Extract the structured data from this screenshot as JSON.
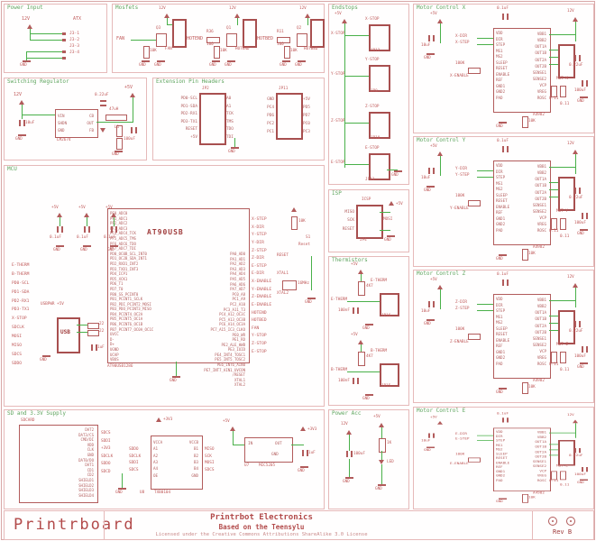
{
  "colors": {
    "sheet": "#fffefe",
    "section_border": "#e6b9b9",
    "title_green": "#5fa55f",
    "wire_green": "#49b049",
    "component_red": "#b25b5b",
    "label_red": "#c05a5a",
    "dark_red": "#a03c3c"
  },
  "sections": {
    "power_input": {
      "title": "Power Input",
      "v12": "12V",
      "gnd": "GND",
      "conn_label": "ATX",
      "pins": [
        "J3-1",
        "J3-2",
        "J3-3",
        "J3-4"
      ]
    },
    "mosfets": {
      "title": "Mosfets",
      "v12": "12V",
      "gnd": "GND",
      "circuits": [
        {
          "net": "FAN",
          "q": "Q3",
          "r": "",
          "rv": "",
          "pull": "10K",
          "conn": "FAN"
        },
        {
          "net": "HOTEND",
          "q": "Q1",
          "r": "R36",
          "rv": "100",
          "pull": "10K",
          "conn": "HOTEND"
        },
        {
          "net": "HOTBED",
          "q": "Q2",
          "r": "R11",
          "rv": "100",
          "pull": "10K",
          "conn": "HOTBED"
        }
      ]
    },
    "switching_regulator": {
      "title": "Switching Regulator",
      "ic": "LM2674",
      "left_pins": [
        "VIN",
        "SHDN",
        "GND"
      ],
      "right_pins": [
        "CB",
        "OUT",
        "FB"
      ],
      "l_ref": "L1",
      "l_val": "47uH",
      "v12": "12V",
      "v5": "+5V",
      "gnd": "GND",
      "c_in": "10uF",
      "c_b": "0.22uF",
      "c_out": "100uF"
    },
    "ext_headers": {
      "title": "Extension Pin Headers",
      "gnd": "GND",
      "h1": {
        "ref": "JP2",
        "left": [
          "PD0-SCL",
          "PD1-SDA",
          "PD2-RX1",
          "PD3-TX1",
          "RESET",
          "+5V"
        ],
        "right": [
          "A0",
          "A1",
          "TCK",
          "TMS",
          "TDO",
          "TDI"
        ]
      },
      "h2": {
        "ref": "JP11",
        "left": [
          "GND",
          "PC4",
          "PD6",
          "PC2",
          "PC1"
        ],
        "right": [
          "+5V",
          "PD5",
          "PD7",
          "PC0",
          "PC3"
        ]
      }
    },
    "mcu": {
      "title": "MCU",
      "chip": "AT90USB",
      "part": "AT90USB1286",
      "v5": "+5V",
      "gnd": "GND",
      "cap_val": "0.1uF",
      "left_pins": [
        "PF0_ADC0",
        "PF1_ADC1",
        "PF2_ADC2",
        "PF3_ADC3",
        "PF4_ADC4_TCK",
        "PF5_ADC5_TMS",
        "PF6_ADC6_TDO",
        "PF7_ADC7_TDI",
        "PD0_OC0B_SCL_INT0",
        "PD1_OC2B_SDA_INT1",
        "PD2_RXD1_INT2",
        "PD3_TXD1_INT3",
        "PD4_ICP1",
        "PD5_XCK1",
        "PD6_T1",
        "PD7_T0",
        "PB0_SS_PCINT0",
        "PB1_PCINT1_SCLK",
        "PB2_PDI_PCINT2_MOSI",
        "PB3_PDO_PCINT3_MISO",
        "PB4_PCINT4_OC2A",
        "PB5_PCINT5_OC1A",
        "PB6_PCINT6_OC1B",
        "PB7_PCINT7_OC0A_OC1C",
        "UVCC",
        "D-",
        "D+",
        "UGND",
        "UCAP",
        "VBUS"
      ],
      "right_pins": [
        "PA0_AD0",
        "PA1_AD1",
        "PA2_AD2",
        "PA3_AD3",
        "PA4_AD4",
        "PA5_AD5",
        "PA6_AD6",
        "PA7_AD7",
        "PC0_A8",
        "PC1_A9",
        "PC2_A10",
        "PC3_A11_T3",
        "PC4_A12_OC3C",
        "PC5_A13_OC3B",
        "PC6_A14_OC3A",
        "PC7_A15_IC3_CLKO",
        "PE0_WR",
        "PE1_RD",
        "PE2_ALE_HWB",
        "PE3_IUID",
        "PE4_INT4_TOSC1",
        "PE5_INT5_TOSC2",
        "PE6_INT6_AIN0",
        "PE7_INT7_AIN1_UVCON",
        "/RESET",
        "XTAL1",
        "XTAL2"
      ],
      "left_nets": [
        "E-THERM",
        "B-THERM",
        "PD0-SCL",
        "PD1-SDA",
        "PD2-RX1",
        "PD3-TX1",
        "X-STOP",
        "SDCLK",
        "MOSI",
        "MISO",
        "SDCS",
        "SDDO"
      ],
      "right_nets": [
        "X-STEP",
        "X-DIR",
        "Y-STEP",
        "Y-DIR",
        "Z-STEP",
        "Z-DIR",
        "E-STEP",
        "E-DIR",
        "X-ENABLE",
        "Y-ENABLE",
        "Z-ENABLE",
        "E-ENABLE",
        "HOTEND",
        "HOTBED",
        "FAN",
        "Y-STOP",
        "Z-STOP",
        "E-STOP"
      ],
      "usb": {
        "label": "USB",
        "r22": "22",
        "c11": "1uF",
        "pwr": "USBPWR +5V",
        "dm": "D-",
        "dp": "D+"
      },
      "reset": {
        "r": "10K",
        "sw": "S1",
        "sw_label": "Reset",
        "xtal": "16MHz",
        "x1": "XTAL1",
        "x2": "XTAL2",
        "net": "RESET"
      }
    },
    "sd_supply": {
      "title": "SD and 3.3V Supply",
      "sd_ref": "SDCARD",
      "sd_pins": [
        "DAT2",
        "DAT3/CS",
        "CMD/DI",
        "VDD",
        "CLK",
        "GND",
        "DAT0/DO",
        "DAT1",
        "CD1",
        "CD2",
        "SHIELD1",
        "SHIELD2",
        "SHIELD3",
        "SHIELD4"
      ],
      "sd_nets": [
        "SDCS",
        "SDDI",
        "+3V3",
        "SDCLK",
        "SDDO",
        "SDCD"
      ],
      "gnd": "GND",
      "ls": {
        "ref": "U8",
        "part": "TXB0104",
        "left_pins": [
          "VCCA",
          "A1",
          "A2",
          "A3",
          "A4",
          "OE"
        ],
        "right_pins": [
          "VCCB",
          "B1",
          "B2",
          "B3",
          "B4",
          "GND"
        ],
        "left_nets": [
          "SDDO",
          "SDCLK",
          "SDDI",
          "SDCS"
        ],
        "right_nets": [
          "MISO",
          "SCK",
          "MOSI",
          "SDCS"
        ],
        "v3": "+3V3",
        "v5": "+5V"
      },
      "reg": {
        "ref": "U7",
        "part": "MIC5205",
        "pin_in": "IN",
        "pin_out": "OUT",
        "pin_gnd": "GND",
        "v5": "+5V",
        "v3": "+3V3",
        "cap": "1uF",
        "gnd": "GND"
      }
    },
    "endstops": {
      "title": "Endstops",
      "v5": "+5V",
      "gnd": "GND",
      "items": [
        {
          "net": "X-STOP",
          "label": "X-STOP",
          "ref": "JP12"
        },
        {
          "net": "Y-STOP",
          "label": "Y-STOP",
          "ref": "JP8"
        },
        {
          "net": "Z-STOP",
          "label": "Z-STOP",
          "ref": "JP10"
        },
        {
          "net": "E-STOP",
          "label": "E-STOP",
          "ref": "JP13"
        }
      ]
    },
    "isp": {
      "title": "ISP",
      "header": "ICSP",
      "ref": "JP4",
      "left": [
        "MISO",
        "SCK",
        "RESET"
      ],
      "v5": "+5V",
      "mosi": "MOSI",
      "gnd": "GND"
    },
    "thermistors": {
      "title": "Thermistors",
      "v5": "+5V",
      "gnd": "GND",
      "items": [
        {
          "net": "E-THERM",
          "label": "E-THERM",
          "ref": "JP16",
          "r": "4K7",
          "c": "100nF"
        },
        {
          "net": "B-THERM",
          "label": "B-THERM",
          "ref": "JP15",
          "r": "4K7",
          "c": "100nF"
        }
      ]
    },
    "power_acc": {
      "title": "Power Acc",
      "v12": "12V",
      "v5": "+5V",
      "gnd": "GND",
      "cap": "100uF",
      "r": "1K",
      "led": "LED"
    },
    "motor_common": {
      "part": "A4982",
      "left_pins": [
        "VDD",
        "DIR",
        "STEP",
        "MS1",
        "MS2",
        "SLEEP",
        "RESET",
        "ENABLE",
        "REF",
        "GND1",
        "GND2",
        "PAD"
      ],
      "right_pins": [
        "VBB1",
        "VBB2",
        "OUT1A",
        "OUT1B",
        "OUT2A",
        "OUT2B",
        "SENSE1",
        "SENSE2",
        "VCP",
        "VREG",
        "ROSC"
      ],
      "v5": "+5V",
      "v12": "12V",
      "gnd": "GND",
      "c_top": "0.1uF",
      "c_in": "10uF",
      "c_bulk": "100uF",
      "c_vcp": "0.22uF",
      "r_sense": "0.11",
      "r_en": "100K",
      "r_osc": "10K"
    },
    "motors": [
      {
        "title": "Motor Control X",
        "dir": "X-DIR",
        "step": "X-STEP",
        "enable": "X-ENABLE",
        "conn": "MOT-X"
      },
      {
        "title": "Motor Control Y",
        "dir": "Y-DIR",
        "step": "Y-STEP",
        "enable": "Y-ENABLE",
        "conn": "MOT-Y"
      },
      {
        "title": "Motor Control Z",
        "dir": "Z-DIR",
        "step": "Z-STEP",
        "enable": "Z-ENABLE",
        "conn": "MOT-Z"
      },
      {
        "title": "Motor Control E",
        "dir": "E-DIR",
        "step": "E-STEP",
        "enable": "E-ENABLE",
        "conn": "MOT-E"
      }
    ]
  },
  "title_block": {
    "name": "Printrboard",
    "line1": "Printrbot Electronics",
    "line2": "Based on the Teensylu",
    "line3": "Licensed under the Creative Commons Attributions ShareAlike 3.0 License",
    "rev": "Rev B"
  }
}
